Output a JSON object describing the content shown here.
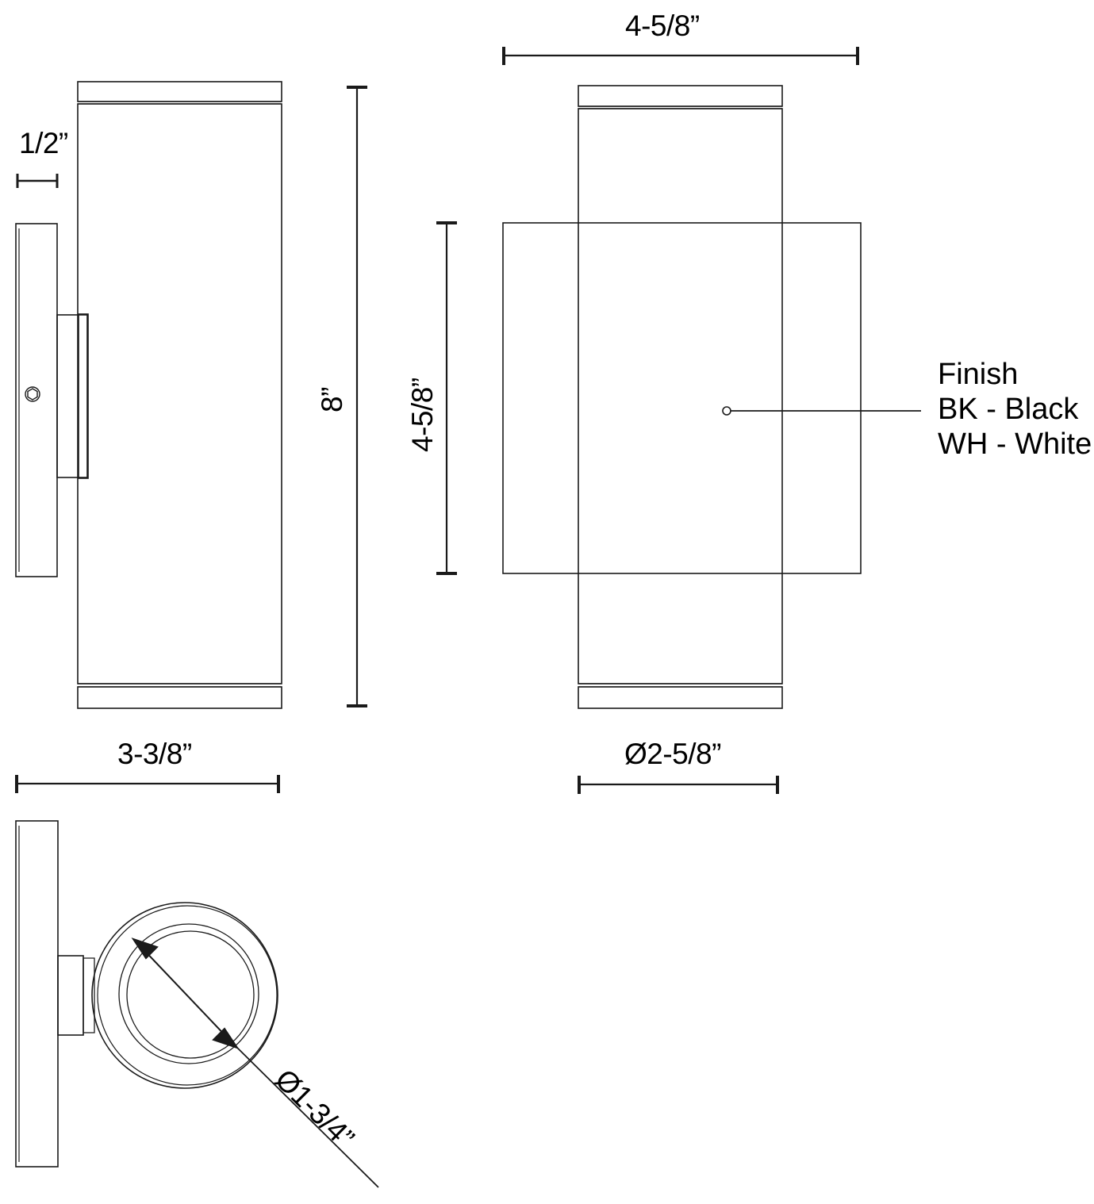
{
  "drawing": {
    "type": "technical-dimension-drawing",
    "subject": "cylindrical up-down wall sconce light fixture",
    "background_color": "#ffffff",
    "line_color": "#1a1a1a",
    "views": [
      {
        "name": "side-elevation-view",
        "position": "top-left"
      },
      {
        "name": "front-elevation-view",
        "position": "top-right"
      },
      {
        "name": "bottom-plan-view",
        "position": "bottom-left"
      }
    ]
  },
  "dimensions": {
    "backplate_depth": "1/2”",
    "overall_height": "8”",
    "fixture_body_height": "4-5/8”",
    "backplate_width": "4-5/8”",
    "backplate_length": "3-3/8”",
    "cylinder_diameter": "Ø2-5/8”",
    "aperture_diameter": "Ø1-3/4”"
  },
  "annotations": {
    "finish": {
      "title": "Finish",
      "options": [
        "BK - Black",
        "WH - White"
      ]
    }
  }
}
